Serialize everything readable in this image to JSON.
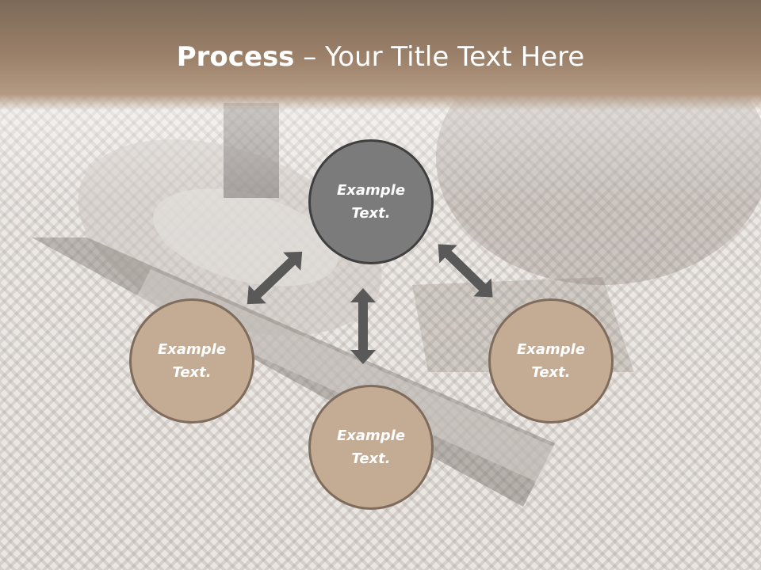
{
  "slide": {
    "title_bold": "Process",
    "title_rest": " – Your Title Text Here"
  },
  "nodes": {
    "top": {
      "line1": "Example",
      "line2": "Text."
    },
    "left": {
      "line1": "Example",
      "line2": "Text."
    },
    "bottom": {
      "line1": "Example",
      "line2": "Text."
    },
    "right": {
      "line1": "Example",
      "line2": "Text."
    }
  },
  "colors": {
    "header": "#9b8069",
    "dark_node": "#7b7b7b",
    "light_node": "#c4ab93",
    "arrow": "#595959"
  }
}
